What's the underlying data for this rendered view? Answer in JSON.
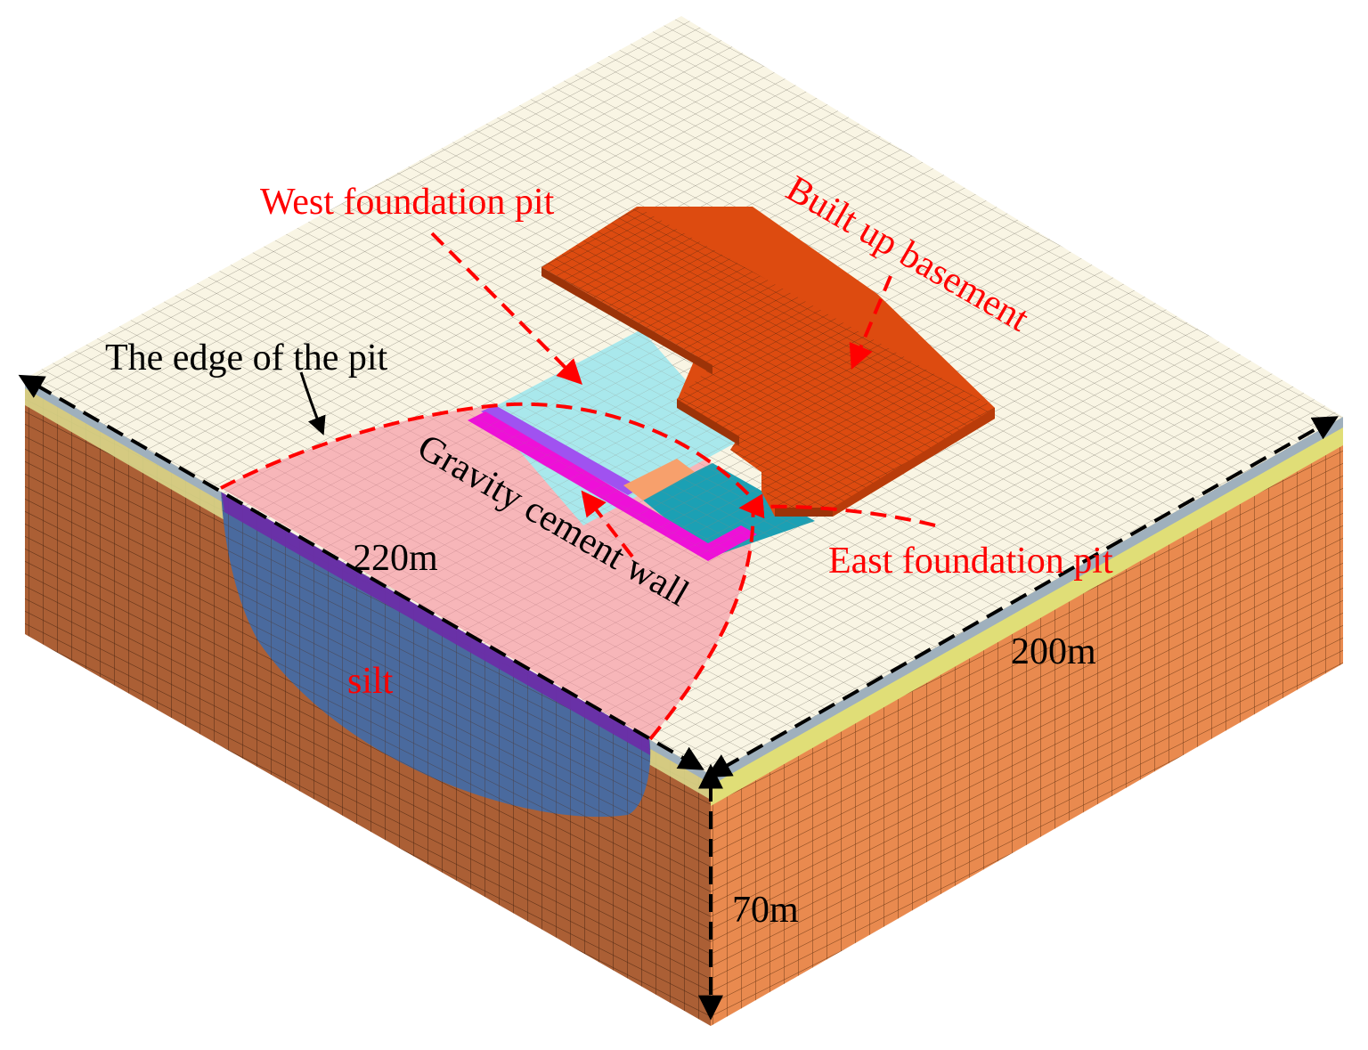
{
  "labels": {
    "west_pit": "West foundation pit",
    "built_up": "Built up basement",
    "pit_edge": "The edge of the pit",
    "gravity_wall": "Gravity cement wall",
    "east_pit": "East foundation pit",
    "silt": "silt",
    "dim_length": "220m",
    "dim_width": "200m",
    "dim_depth": "70m"
  },
  "colors": {
    "mesh_top": "#f9f5e4",
    "soil_front": "#ab5f35",
    "soil_right": "#e98a4f",
    "silt": "#4a6a9e",
    "pit_zone": "#f7b6b9",
    "basement": "#dd4b10",
    "west_pit": "#a9e8ec",
    "east_pit": "#1ba0b4",
    "cement_wall": "#ee10d8",
    "wall_purple": "#a052f0",
    "layer_yellow": "#e0de77",
    "annotation_red": "#ff0000"
  }
}
